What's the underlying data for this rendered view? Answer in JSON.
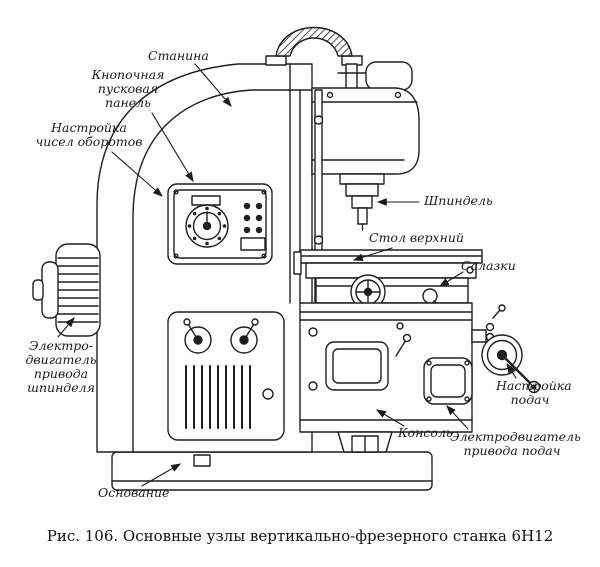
{
  "figure": {
    "caption": "Рис. 106. Основные узлы вертикально-фрезерного станка 6Н12"
  },
  "labels": {
    "stanina": "Станина",
    "start_panel": "Кнопочная\nпусковая\nпанель",
    "speed_setting": "Настройка\nчисел оборотов",
    "spindle": "Шпиндель",
    "upper_table": "Стол верхний",
    "saddle": "Салазки",
    "spindle_motor": "Электро-\nдвигатель\nпривода\nшпинделя",
    "feed_setting": "Настройка\nподач",
    "console": "Консоль",
    "feed_motor": "Электродвигатель\nпривода подач",
    "base": "Основание"
  },
  "colors": {
    "ink": "#1f1f1f",
    "paper": "#ffffff"
  }
}
